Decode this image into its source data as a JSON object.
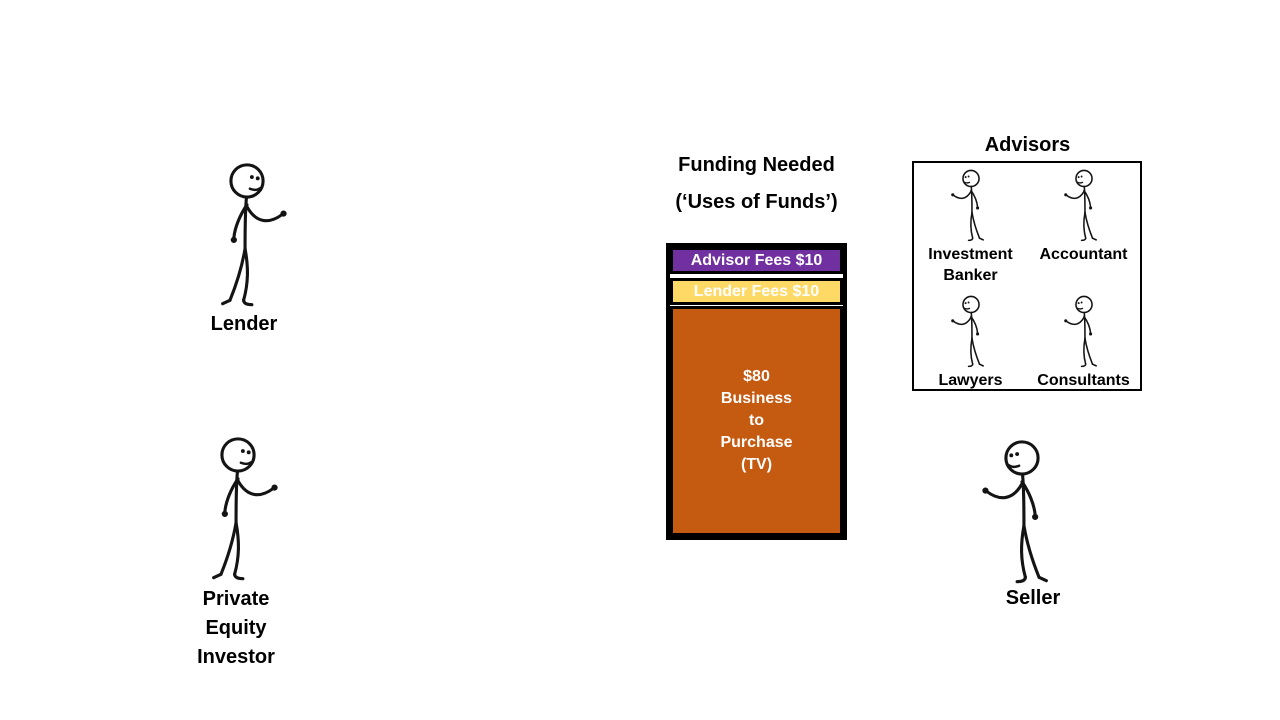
{
  "actors": {
    "lender": {
      "label": "Lender"
    },
    "private_equity_investor": {
      "label_lines": [
        "Private",
        "Equity",
        "Investor"
      ]
    },
    "seller": {
      "label": "Seller"
    }
  },
  "funding": {
    "title_lines": [
      "Funding Needed",
      "(‘Uses of Funds’)"
    ],
    "bar": {
      "border_color": "#000000",
      "text_color": "#FFFFFF",
      "segments": [
        {
          "label": "Advisor Fees $10",
          "value": 10,
          "color": "#7030A0"
        },
        {
          "label": "Lender Fees $10",
          "value": 10,
          "color": "#FFD966"
        },
        {
          "label_lines": [
            "$80",
            "Business",
            "to",
            "Purchase",
            "(TV)"
          ],
          "value": 80,
          "color": "#C55A11"
        }
      ]
    }
  },
  "advisors": {
    "title": "Advisors",
    "members": [
      {
        "label_lines": [
          "Investment",
          "Banker"
        ]
      },
      {
        "label_lines": [
          "Accountant"
        ]
      },
      {
        "label_lines": [
          "Lawyers"
        ]
      },
      {
        "label_lines": [
          "Consultants"
        ]
      }
    ]
  },
  "chart_data": {
    "type": "bar",
    "title": "Funding Needed (‘Uses of Funds’)",
    "categories": [
      "Uses of Funds"
    ],
    "series": [
      {
        "name": "Advisor Fees",
        "values": [
          10
        ],
        "color": "#7030A0"
      },
      {
        "name": "Lender Fees",
        "values": [
          10
        ],
        "color": "#FFD966"
      },
      {
        "name": "Business to Purchase (TV)",
        "values": [
          80
        ],
        "color": "#C55A11"
      }
    ],
    "stacked": true,
    "orientation": "vertical",
    "total": 100,
    "legend_position": "none",
    "grid": false
  }
}
